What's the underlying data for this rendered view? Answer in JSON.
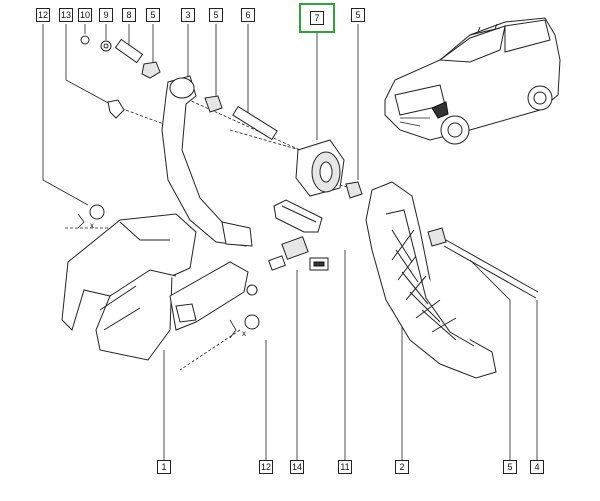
{
  "callouts": [
    {
      "id": "c12a",
      "label": "12"
    },
    {
      "id": "c13",
      "label": "13"
    },
    {
      "id": "c10",
      "label": "10"
    },
    {
      "id": "c9",
      "label": "9"
    },
    {
      "id": "c8",
      "label": "8"
    },
    {
      "id": "c5a",
      "label": "5"
    },
    {
      "id": "c3",
      "label": "3"
    },
    {
      "id": "c5b",
      "label": "5"
    },
    {
      "id": "c6",
      "label": "6"
    },
    {
      "id": "c7",
      "label": "7"
    },
    {
      "id": "c5c",
      "label": "5"
    },
    {
      "id": "c1",
      "label": "1"
    },
    {
      "id": "c12b",
      "label": "12"
    },
    {
      "id": "c14",
      "label": "14"
    },
    {
      "id": "c11",
      "label": "11"
    },
    {
      "id": "c2",
      "label": "2"
    },
    {
      "id": "c5d",
      "label": "5"
    },
    {
      "id": "c4",
      "label": "4"
    }
  ],
  "highlight_color": "#2fa33a",
  "torque_marks": [
    "x",
    "x"
  ]
}
